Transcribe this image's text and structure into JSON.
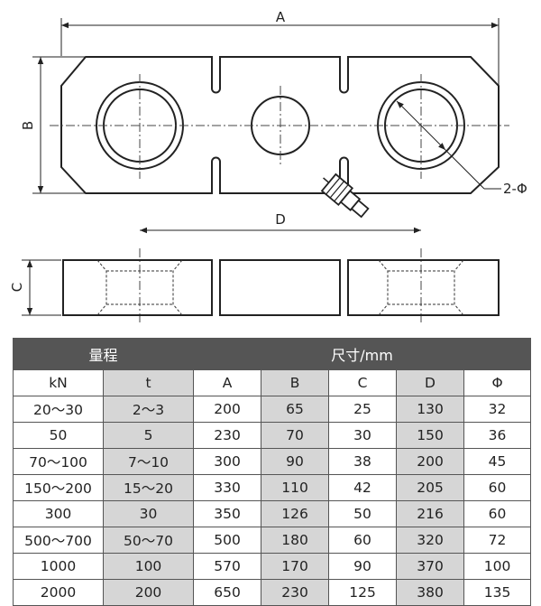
{
  "drawing": {
    "labels": {
      "A": "A",
      "B": "B",
      "C": "C",
      "D": "D",
      "phi": "2-Φ"
    }
  },
  "table": {
    "group_headers": [
      "量程",
      "尺寸/mm"
    ],
    "columns": [
      "kN",
      "t",
      "A",
      "B",
      "C",
      "D",
      "Φ"
    ],
    "shaded_columns": [
      1,
      3,
      5
    ],
    "rows": [
      [
        "20～30",
        "2～3",
        "200",
        "65",
        "25",
        "130",
        "32"
      ],
      [
        "50",
        "5",
        "230",
        "70",
        "30",
        "150",
        "36"
      ],
      [
        "70～100",
        "7～10",
        "300",
        "90",
        "38",
        "200",
        "45"
      ],
      [
        "150～200",
        "15～20",
        "330",
        "110",
        "42",
        "205",
        "60"
      ],
      [
        "300",
        "30",
        "350",
        "126",
        "50",
        "216",
        "60"
      ],
      [
        "500～700",
        "50～70",
        "500",
        "180",
        "60",
        "320",
        "72"
      ],
      [
        "1000",
        "100",
        "570",
        "170",
        "90",
        "370",
        "100"
      ],
      [
        "2000",
        "200",
        "650",
        "230",
        "125",
        "380",
        "135"
      ]
    ]
  }
}
